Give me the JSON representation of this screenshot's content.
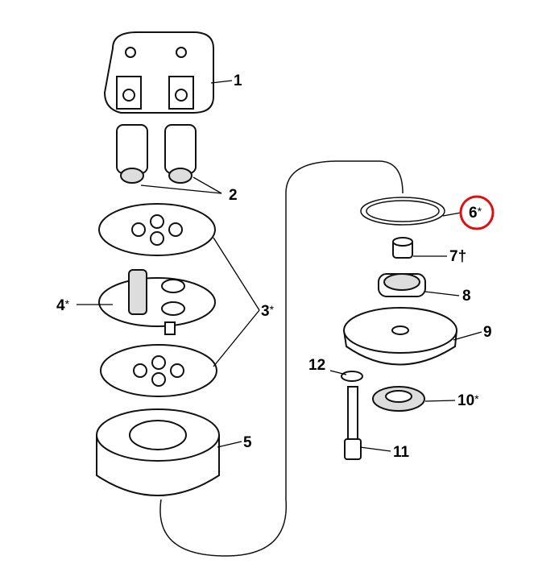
{
  "callouts": [
    {
      "id": "1",
      "text": "1",
      "mark": ""
    },
    {
      "id": "2",
      "text": "2",
      "mark": ""
    },
    {
      "id": "3",
      "text": "3",
      "mark": "*"
    },
    {
      "id": "4",
      "text": "4",
      "mark": "*"
    },
    {
      "id": "5",
      "text": "5",
      "mark": ""
    },
    {
      "id": "6",
      "text": "6",
      "mark": "*",
      "highlighted": true
    },
    {
      "id": "7",
      "text": "7",
      "mark": "†"
    },
    {
      "id": "8",
      "text": "8",
      "mark": ""
    },
    {
      "id": "9",
      "text": "9",
      "mark": ""
    },
    {
      "id": "10",
      "text": "10",
      "mark": "*"
    },
    {
      "id": "11",
      "text": "11",
      "mark": ""
    },
    {
      "id": "12",
      "text": "12",
      "mark": ""
    }
  ],
  "colors": {
    "highlight": "#e01010",
    "line": "#111111"
  }
}
